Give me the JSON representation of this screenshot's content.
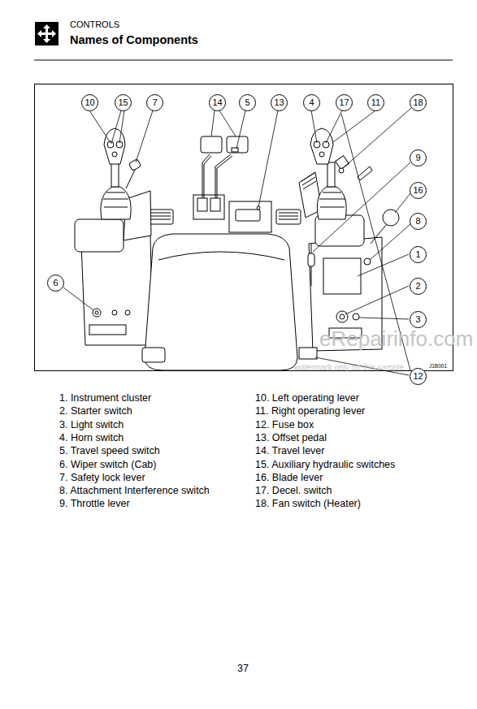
{
  "diagram": {
    "title": "Names of Components",
    "labels": [
      "CONTROLS",
      "10",
      "15",
      "7",
      "14",
      "5",
      "13",
      "4",
      "17",
      "11",
      "18",
      "9",
      "16",
      "8",
      "1",
      "6",
      "2",
      "3",
      "12",
      "J1B001",
      "eRepairinfo.com",
      "watermark only on this sample",
      "1. Instrument cluster",
      "2. Starter switch",
      "3. Light switch",
      "4. Horn switch",
      "5. Travel speed switch",
      "6. Wiper switch (Cab)",
      "7. Safety lock lever",
      "8. Attachment Interference switch",
      "9. Throttle lever",
      "10. Left operating lever",
      "11. Right operating lever",
      "12. Fuse box",
      "13. Offset pedal",
      "14. Travel lever",
      "15. Auxiliary hydraulic switches",
      "16. Blade lever",
      "17. Decel. switch",
      "18. Fan switch (Heater)",
      "37"
    ]
  }
}
